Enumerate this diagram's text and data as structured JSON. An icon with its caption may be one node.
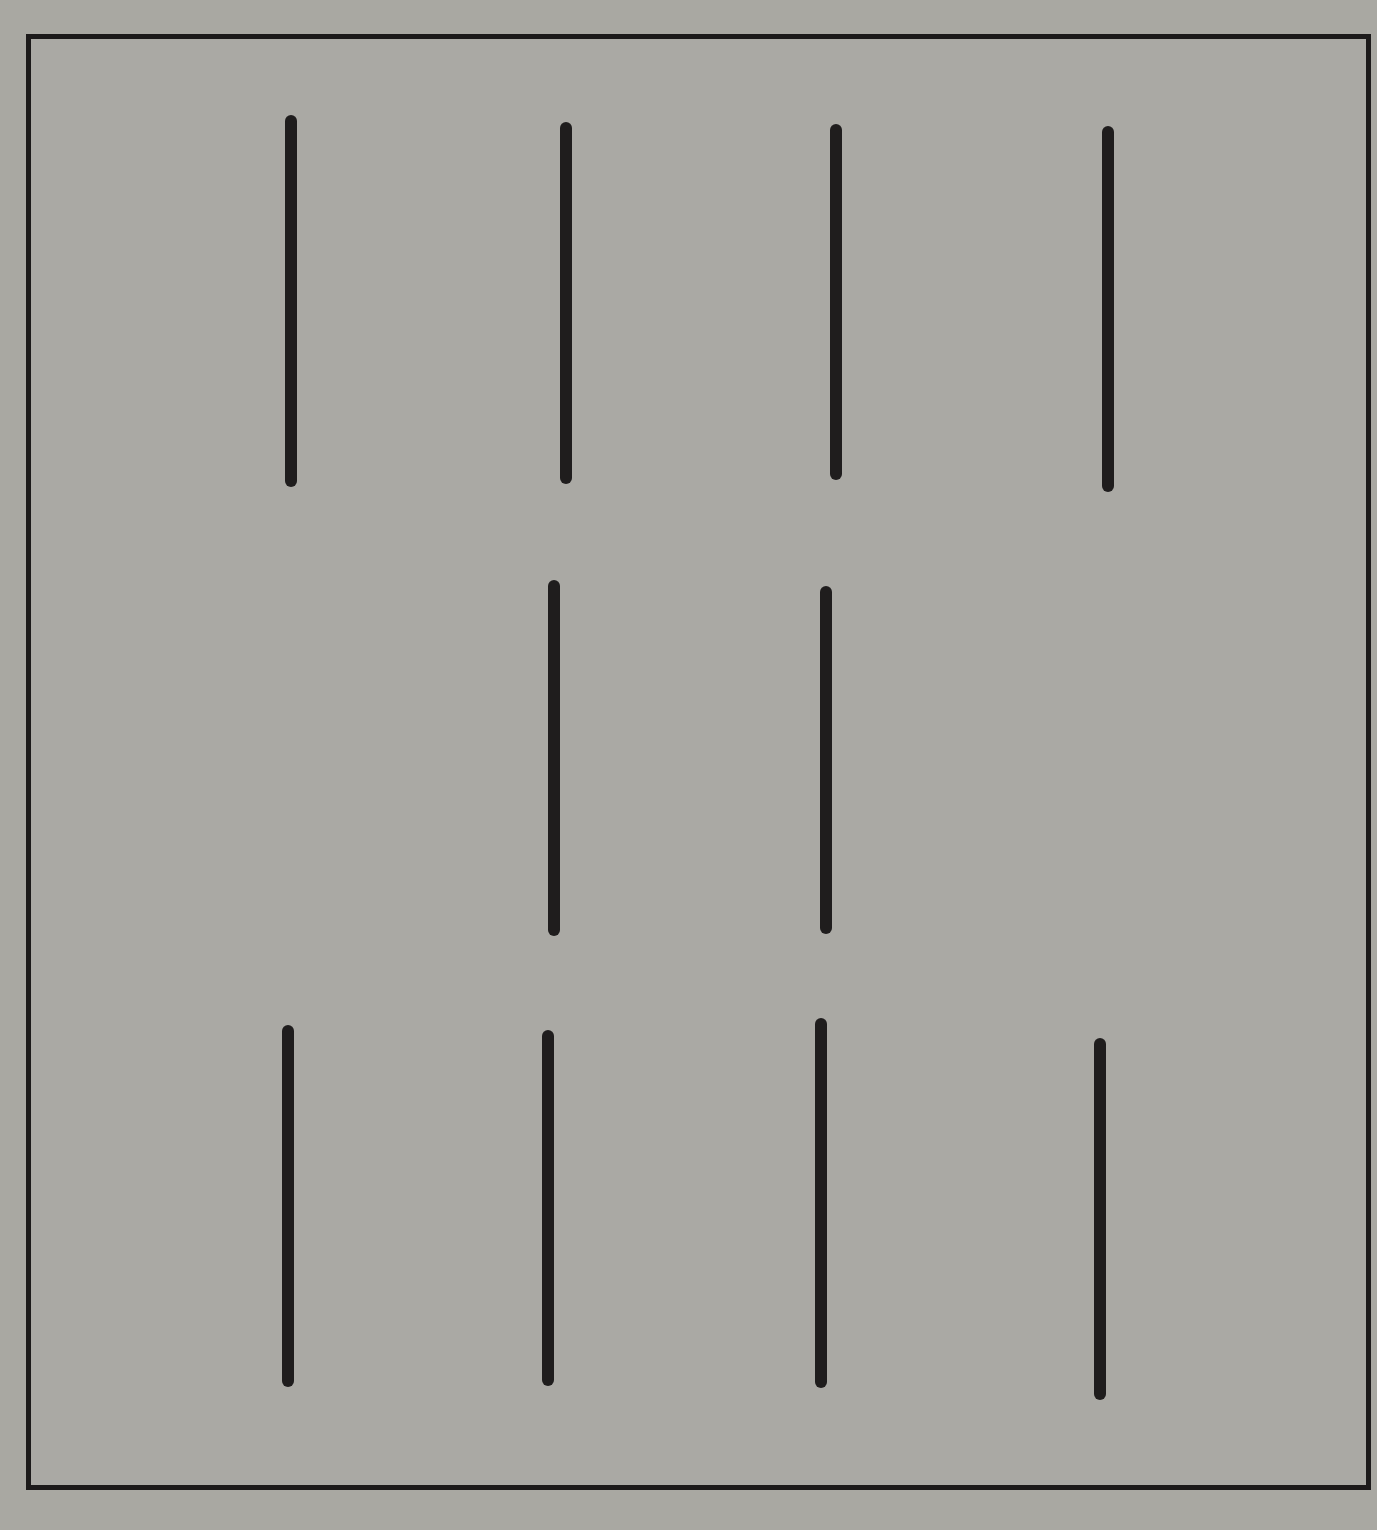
{
  "diagram": {
    "nodes": [
      {
        "text": [],
        "shape": "box"
      },
      {
        "text": [],
        "shape": "bar",
        "in": 0
      },
      {
        "text": [],
        "shape": "bar",
        "in": 0
      },
      {
        "text": [],
        "shape": "bar",
        "in": 0
      },
      {
        "text": [],
        "shape": "bar",
        "in": 0
      },
      {
        "text": [],
        "shape": "bar",
        "in": 0
      },
      {
        "text": [],
        "shape": "bar",
        "in": 0
      },
      {
        "text": [],
        "shape": "bar",
        "in": 0
      },
      {
        "text": [],
        "shape": "bar",
        "in": 0
      },
      {
        "text": [],
        "shape": "bar",
        "in": 0
      },
      {
        "text": [],
        "shape": "bar",
        "in": 0
      }
    ]
  }
}
